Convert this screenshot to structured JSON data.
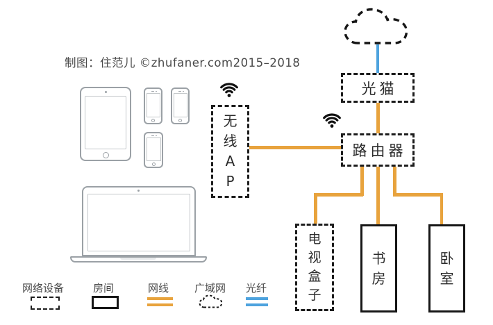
{
  "caption": "制图：住范儿 ©zhufaner.com2015–2018",
  "diagram": {
    "modem_label": "光猫",
    "router_label": "路由器",
    "ap_label": "无线AP",
    "tvbox_label": "电视盒子",
    "study_label": "书房",
    "bedroom_label": "卧室"
  },
  "legend": {
    "items": [
      {
        "label": "网络设备",
        "symbol": "dashed-box"
      },
      {
        "label": "房间",
        "symbol": "solid-box"
      },
      {
        "label": "网线",
        "symbol": "orange-double-line"
      },
      {
        "label": "广域网",
        "symbol": "dotted-cloud"
      },
      {
        "label": "光纤",
        "symbol": "blue-double-line"
      }
    ]
  },
  "colors": {
    "network_cable": "#E8A33D",
    "fiber": "#4EA3DE",
    "outline_black": "#1C1C1C",
    "device_gray": "#9BA1A6",
    "text_gray": "#4A4A4A"
  }
}
